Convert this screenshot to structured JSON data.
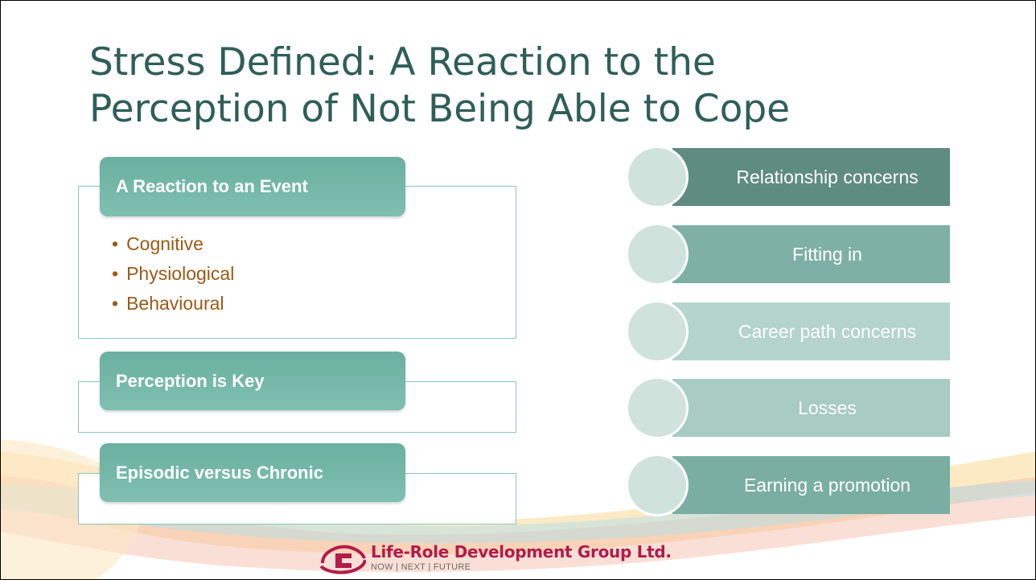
{
  "slide": {
    "title_line1": "Stress Defined: A Reaction to the",
    "title_line2": "Perception of Not Being Able to Cope"
  },
  "left_sections": [
    {
      "label": "A Reaction to an Event",
      "bullets": [
        "Cognitive",
        "Physiological",
        "Behavioural"
      ]
    },
    {
      "label": "Perception is Key"
    },
    {
      "label": "Episodic versus Chronic"
    }
  ],
  "right_items": [
    {
      "label": "Relationship concerns",
      "color": "#5e8c80"
    },
    {
      "label": "Fitting in",
      "color": "#7fb0a5"
    },
    {
      "label": "Career path concerns",
      "color": "#b4d4cc"
    },
    {
      "label": "Losses",
      "color": "#a8cbc2"
    },
    {
      "label": "Earning a promotion",
      "color": "#7aaea2"
    }
  ],
  "logo": {
    "name": "Life-Role Development Group Ltd.",
    "tagline": "NOW | NEXT | FUTURE"
  },
  "colors": {
    "title": "#2f5e58",
    "bullet_text": "#9c5a14",
    "pill": "#72b6a7",
    "outline": "#8cc7bd",
    "logo_red": "#b31b4a"
  }
}
